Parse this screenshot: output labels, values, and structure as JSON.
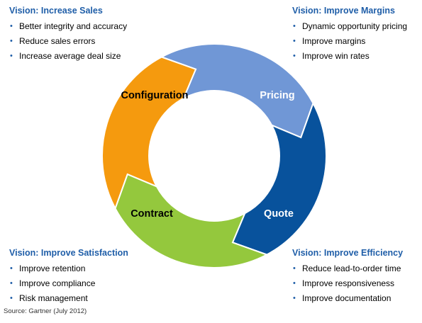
{
  "panels": {
    "top_left": {
      "title": "Vision: Increase Sales",
      "items": [
        "Better integrity and  accuracy",
        "Reduce sales errors",
        "Increase average deal size"
      ]
    },
    "top_right": {
      "title": "Vision: Improve Margins",
      "items": [
        "Dynamic opportunity pricing",
        "Improve margins",
        "Improve win rates"
      ]
    },
    "bottom_left": {
      "title": "Vision: Improve Satisfaction",
      "items": [
        "Improve retention",
        "Improve compliance",
        "Risk management"
      ]
    },
    "bottom_right": {
      "title": "Vision: Improve Efficiency",
      "items": [
        "Reduce lead-to-order time",
        "Improve responsiveness",
        "Improve documentation"
      ]
    }
  },
  "cycle": {
    "segments": [
      {
        "label": "Pricing",
        "color": "#7097d6",
        "text_color": "#ffffff"
      },
      {
        "label": "Quote",
        "color": "#08529c",
        "text_color": "#ffffff"
      },
      {
        "label": "Contract",
        "color": "#94c83d",
        "text_color": "#000000"
      },
      {
        "label": "Configuration",
        "color": "#f59a0e",
        "text_color": "#000000"
      }
    ]
  },
  "source": "Source: Gartner (July 2012)"
}
